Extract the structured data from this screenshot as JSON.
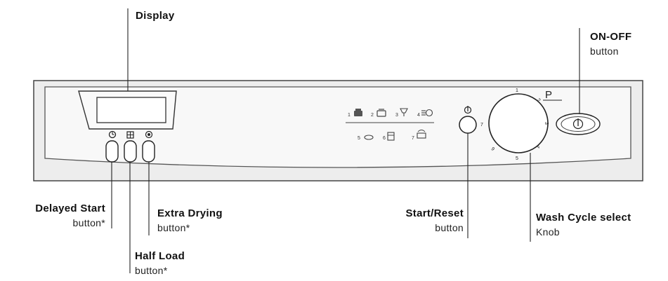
{
  "labels": {
    "display": {
      "title": "Display"
    },
    "on_off": {
      "title": "ON-OFF",
      "sub": "button"
    },
    "delayed_start": {
      "title": "Delayed  Start",
      "sub": "button*"
    },
    "extra_drying": {
      "title": "Extra  Drying",
      "sub": "button*"
    },
    "half_load": {
      "title": "Half  Load",
      "sub": "button*"
    },
    "start_reset": {
      "title": "Start/Reset",
      "sub": "button"
    },
    "wash_cycle": {
      "title": "Wash Cycle select",
      "sub": "Knob"
    }
  },
  "programs": {
    "row1": [
      "1",
      "2",
      "3",
      "4"
    ],
    "row2": [
      "5",
      "6",
      "7"
    ]
  },
  "knob": {
    "marks": [
      "1",
      "2",
      "3",
      "4",
      "5",
      "6",
      "7"
    ],
    "p_label": "P"
  }
}
